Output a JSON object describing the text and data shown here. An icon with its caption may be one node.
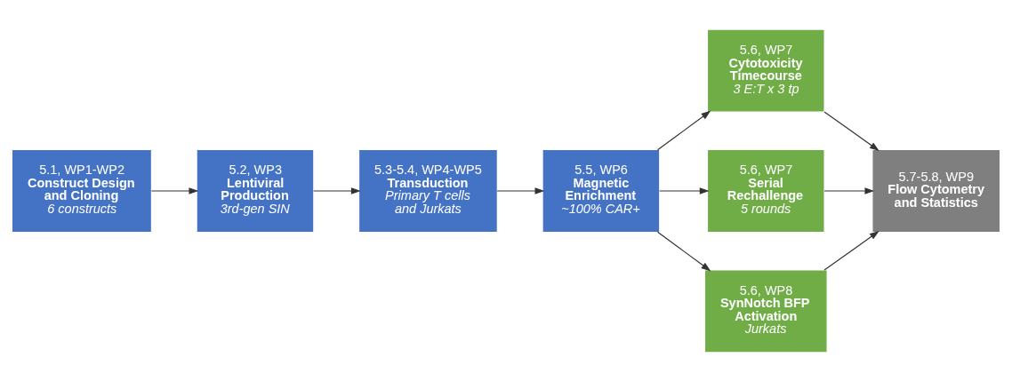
{
  "diagram": {
    "nodes": [
      {
        "text": [
          "5.1, WP1-WP2",
          "Construct Design and Cloning",
          "6 constructs"
        ]
      },
      {
        "text": [
          "5.2, WP3",
          "Lentiviral Production",
          "3rd-gen SIN"
        ]
      },
      {
        "text": [
          "5.3-5.4, WP4-WP5",
          "Transduction",
          "Primary T cells and Jurkats"
        ]
      },
      {
        "text": [
          "5.5, WP6",
          "Magnetic Enrichment",
          "~100% CAR+"
        ]
      },
      {
        "text": [
          "5.6, WP7",
          "Cytotoxicity Timecourse",
          "3 E:T x 3 tp"
        ]
      },
      {
        "text": [
          "5.6, WP7",
          "Serial Rechallenge",
          "5 rounds"
        ]
      },
      {
        "text": [
          "5.6, WP8",
          "SynNotch BFP Activation",
          "Jurkats"
        ]
      },
      {
        "text": [
          "5.7-5.8, WP9",
          "Flow Cytometry and Statistics"
        ]
      }
    ],
    "edges": [
      {
        "from": 0,
        "to": 1,
        "arrow": "to"
      },
      {
        "from": 1,
        "to": 2,
        "arrow": "to"
      },
      {
        "from": 2,
        "to": 3,
        "arrow": "to"
      },
      {
        "from": 3,
        "to": 4,
        "arrow": "to"
      },
      {
        "from": 3,
        "to": 5,
        "arrow": "to"
      },
      {
        "from": 3,
        "to": 6,
        "arrow": "to"
      },
      {
        "from": 4,
        "to": 7,
        "arrow": "to"
      },
      {
        "from": 5,
        "to": 7,
        "arrow": "to"
      },
      {
        "from": 6,
        "to": 7,
        "arrow": "to"
      }
    ]
  }
}
